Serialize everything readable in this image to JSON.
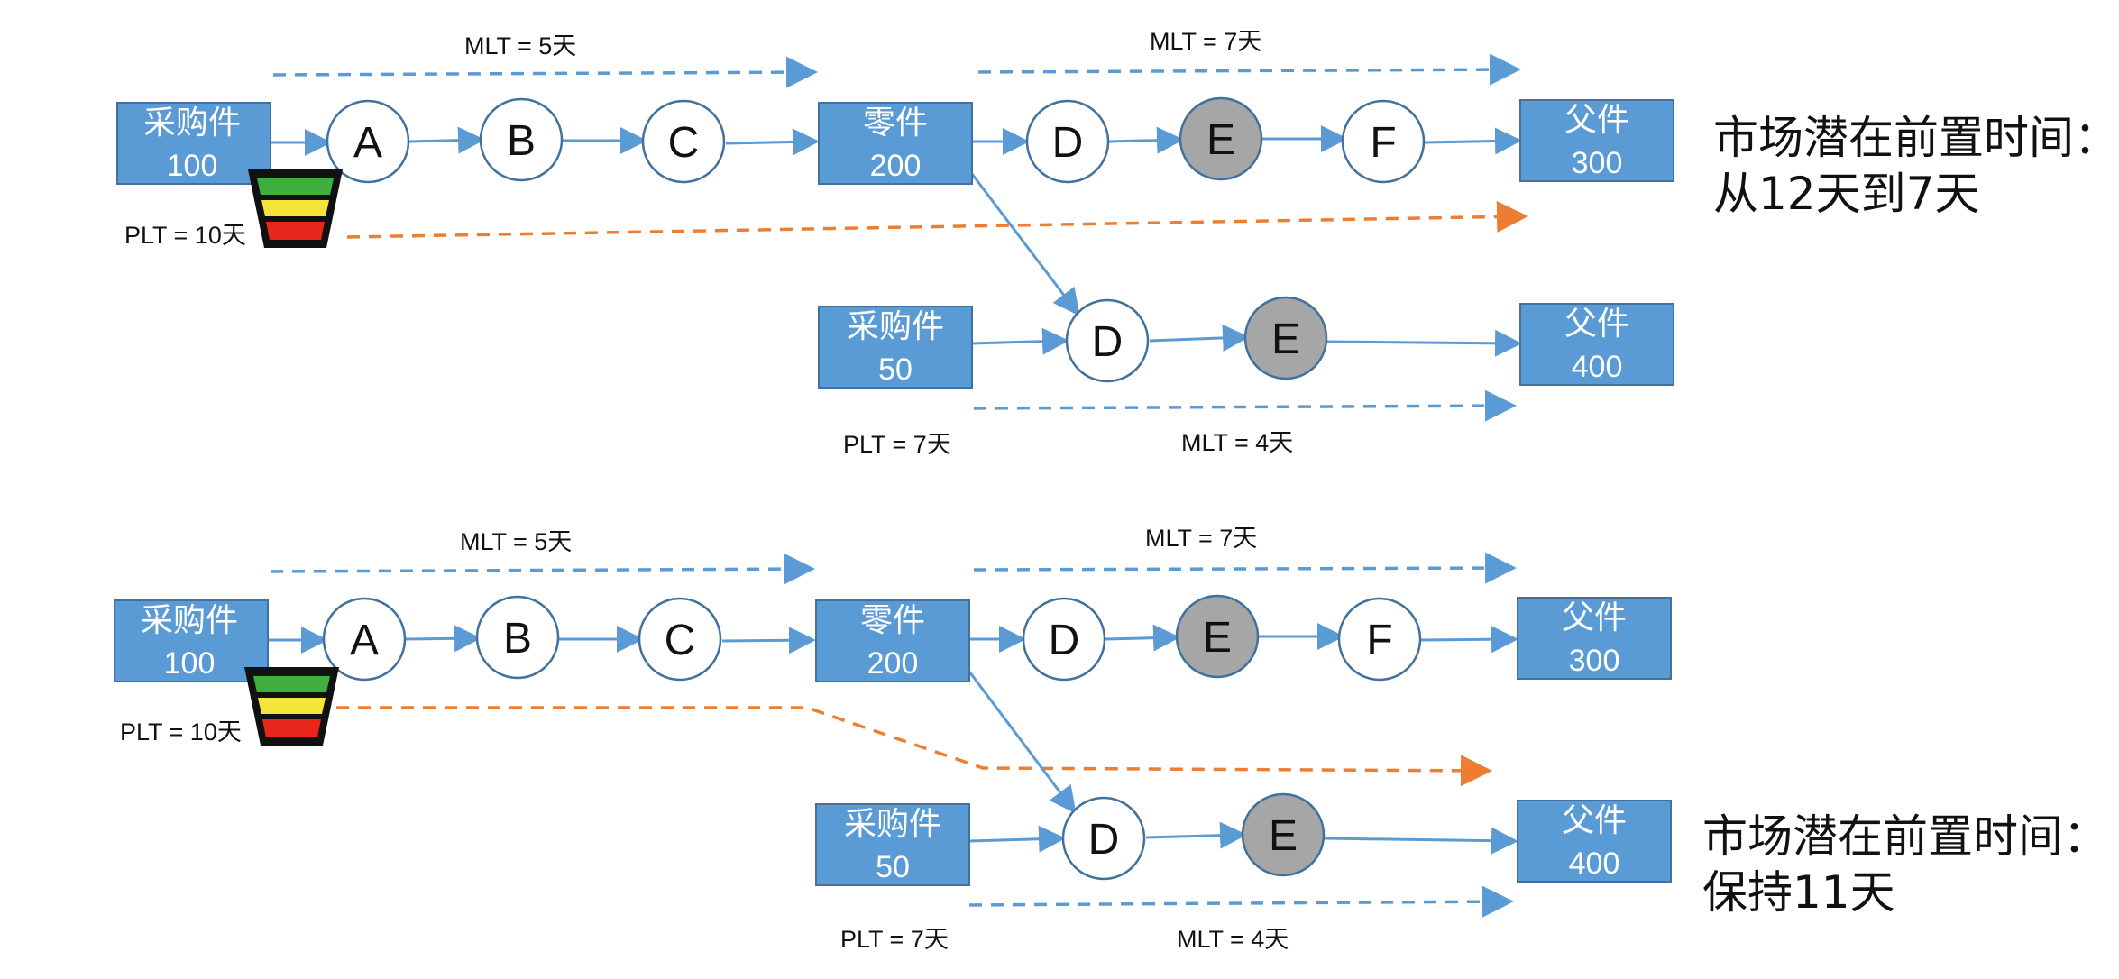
{
  "colors": {
    "box_fill": "#5b9bd5",
    "box_stroke": "#41719c",
    "arrow": "#5b9bd5",
    "plt_arrow": "#ed7d31",
    "node_fill": "#ffffff",
    "node_gray": "#a6a6a6",
    "buffer_green": "#3fae3f",
    "buffer_yellow": "#f5e43a",
    "buffer_red": "#e8261b"
  },
  "icons": {
    "buffer": "buffer-funnel-icon"
  },
  "top": {
    "box_purchase": {
      "title": "采购件",
      "qty": "100"
    },
    "box_part": {
      "title": "零件",
      "qty": "200"
    },
    "box_parent1": {
      "title": "父件",
      "qty": "300"
    },
    "box_purchase2": {
      "title": "采购件",
      "qty": "50"
    },
    "box_parent2": {
      "title": "父件",
      "qty": "400"
    },
    "nodes": {
      "a": "A",
      "b": "B",
      "c": "C",
      "d1": "D",
      "e1": "E",
      "f": "F",
      "d2": "D",
      "e2": "E"
    },
    "mlt1": "MLT = 5天",
    "mlt2": "MLT = 7天",
    "mlt3": "MLT = 4天",
    "plt1": "PLT = 10天",
    "plt2": "PLT = 7天",
    "note_line1": "市场潜在前置时间：",
    "note_line2": "从12天到7天"
  },
  "bottom": {
    "box_purchase": {
      "title": "采购件",
      "qty": "100"
    },
    "box_part": {
      "title": "零件",
      "qty": "200"
    },
    "box_parent1": {
      "title": "父件",
      "qty": "300"
    },
    "box_purchase2": {
      "title": "采购件",
      "qty": "50"
    },
    "box_parent2": {
      "title": "父件",
      "qty": "400"
    },
    "nodes": {
      "a": "A",
      "b": "B",
      "c": "C",
      "d1": "D",
      "e1": "E",
      "f": "F",
      "d2": "D",
      "e2": "E"
    },
    "mlt1": "MLT = 5天",
    "mlt2": "MLT = 7天",
    "mlt3": "MLT = 4天",
    "plt1": "PLT = 10天",
    "plt2": "PLT = 7天",
    "note_line1": "市场潜在前置时间：",
    "note_line2": "保持11天"
  }
}
